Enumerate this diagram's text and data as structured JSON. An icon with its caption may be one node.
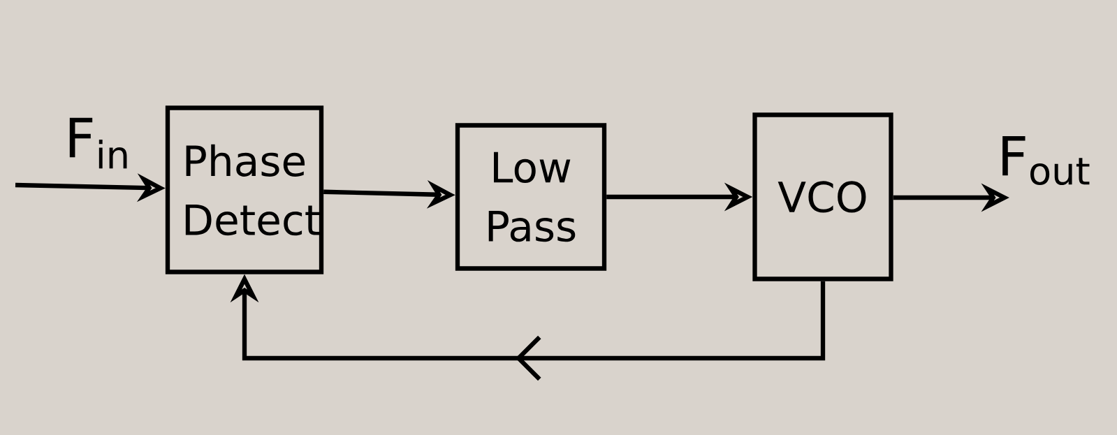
{
  "diagram": {
    "nodes": [
      {
        "text": [
          "Phase Detect"
        ]
      },
      {
        "text": [
          "Low Pass"
        ]
      },
      {
        "text": [
          "VCO"
        ]
      }
    ],
    "edges": [
      {
        "from": null,
        "to": 0,
        "arrow": "to",
        "label": "F$_{in}$"
      },
      {
        "from": 0,
        "to": 1,
        "arrow": "to"
      },
      {
        "from": 1,
        "to": 2,
        "arrow": "to"
      },
      {
        "from": 2,
        "to": null,
        "arrow": "to",
        "label": "F$_{out}$"
      },
      {
        "from": 2,
        "to": 0,
        "arrow": "to"
      }
    ]
  }
}
